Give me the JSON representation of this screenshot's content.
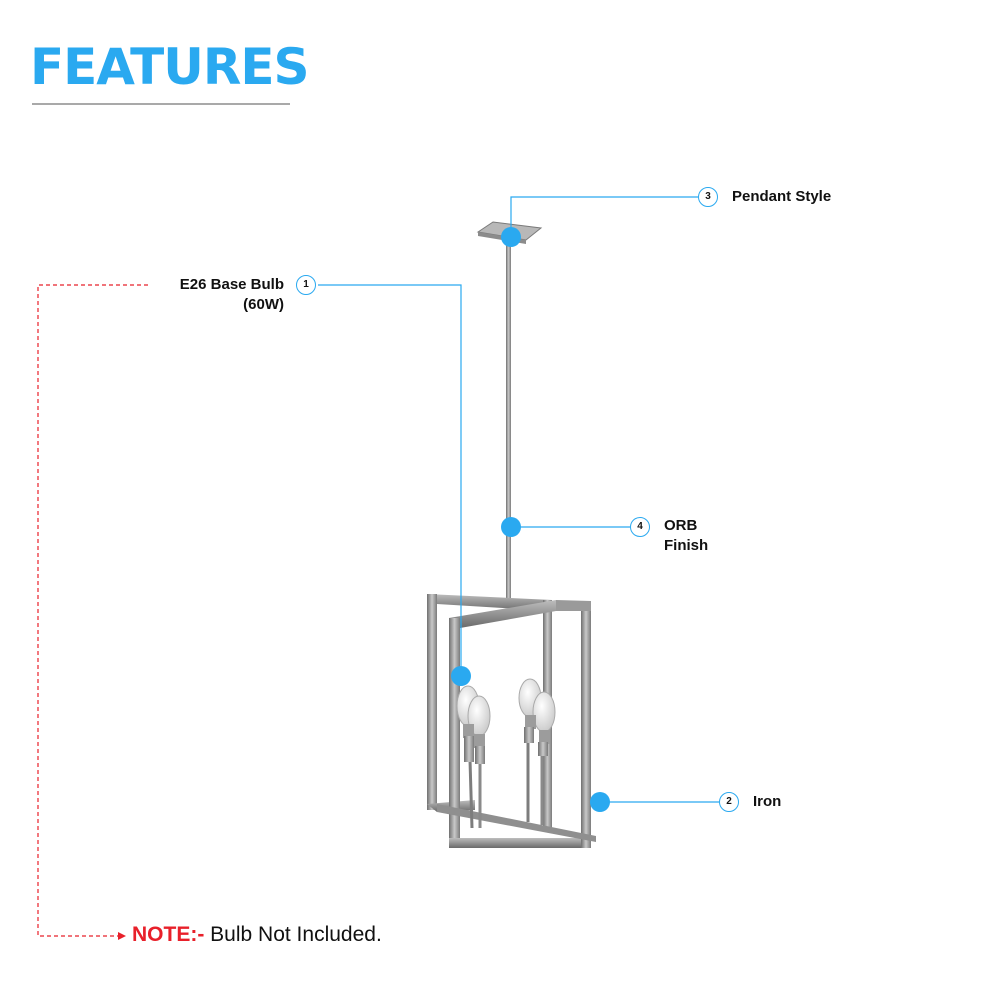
{
  "header": {
    "title": "FEATURES"
  },
  "colors": {
    "accent": "#2aa9f0",
    "note": "#e8202a",
    "metal": "#8a8a8a"
  },
  "features": [
    {
      "number": "1",
      "label_line1": "E26 Base Bulb",
      "label_line2": "(60W)"
    },
    {
      "number": "2",
      "label_line1": "Iron",
      "label_line2": ""
    },
    {
      "number": "3",
      "label_line1": "Pendant Style",
      "label_line2": ""
    },
    {
      "number": "4",
      "label_line1": "ORB",
      "label_line2": "Finish"
    }
  ],
  "note": {
    "key": "NOTE:-",
    "text": "Bulb Not Included."
  }
}
